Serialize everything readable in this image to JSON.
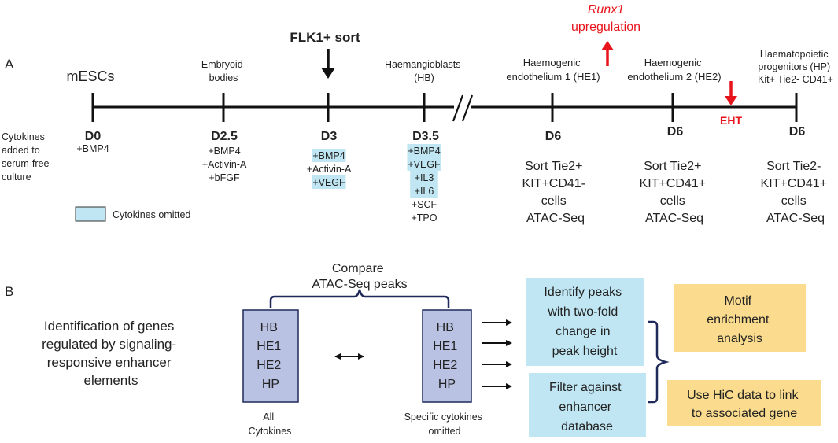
{
  "colors": {
    "red": "#e8141b",
    "cyan_box": "#bfe6f2",
    "omitted_highlight": "#bfe6f2",
    "blue_box_fill": "#b9c2e3",
    "blue_box_stroke": "#1f2a5a",
    "yellow_box": "#fbdc8e",
    "line": "#111111"
  },
  "panelA": {
    "label": "A",
    "cytokines_note": [
      "Cytokines",
      "added to",
      "serum-free",
      "culture"
    ],
    "stages": [
      {
        "top": [
          "mESCs"
        ],
        "day": "D0",
        "cytokines": [
          {
            "t": "+BMP4",
            "omitted": false
          }
        ]
      },
      {
        "top": [
          "Embryoid",
          "bodies"
        ],
        "day": "D2.5",
        "cytokines": [
          {
            "t": "+BMP4",
            "omitted": false
          },
          {
            "t": "+Activin-A",
            "omitted": false
          },
          {
            "t": "+bFGF",
            "omitted": false
          }
        ]
      },
      {
        "top": [],
        "day": "D3",
        "cytokines": [
          {
            "t": "+BMP4",
            "omitted": true
          },
          {
            "t": "+Activin-A",
            "omitted": false
          },
          {
            "t": "+VEGF",
            "omitted": true
          }
        ]
      },
      {
        "top": [
          "Haemangioblasts",
          "(HB)"
        ],
        "day": "D3.5",
        "cytokines": [
          {
            "t": "+BMP4",
            "omitted": true
          },
          {
            "t": "+VEGF",
            "omitted": true
          },
          {
            "t": "+IL3",
            "omitted": true
          },
          {
            "t": "+IL6",
            "omitted": true
          },
          {
            "t": "+SCF",
            "omitted": false
          },
          {
            "t": "+TPO",
            "omitted": false
          }
        ]
      },
      {
        "top": [
          "Haemogenic",
          "endothelium 1 (HE1)"
        ],
        "day": "D6",
        "sort": [
          "Sort Tie2+",
          "KIT+CD41-",
          "cells",
          "ATAC-Seq"
        ]
      },
      {
        "top": [
          "Haemogenic",
          "endothelium 2 (HE2)"
        ],
        "day": "D6",
        "sort": [
          "Sort Tie2+",
          "KIT+CD41+",
          "cells",
          "ATAC-Seq"
        ]
      },
      {
        "top": [
          "Haematopoietic",
          "progenitors (HP)",
          "Kit+ Tie2- CD41+"
        ],
        "day": "D6",
        "sort": [
          "Sort Tie2-",
          "KIT+CD41+",
          "cells",
          "ATAC-Seq"
        ]
      }
    ],
    "flk1_sort": "FLK1+ sort",
    "runx1": [
      "Runx1",
      "upregulation"
    ],
    "eht": "EHT",
    "legend": "Cytokines omitted"
  },
  "panelB": {
    "label": "B",
    "left_text": [
      "Identification of genes",
      "regulated by signaling-",
      "responsive enhancer",
      "elements"
    ],
    "compare": [
      "Compare",
      "ATAC-Seq peaks"
    ],
    "box_items": [
      "HB",
      "HE1",
      "HE2",
      "HP"
    ],
    "all_label": [
      "All",
      "Cytokines"
    ],
    "omit_label": [
      "Specific cytokines",
      "omitted"
    ],
    "identify": [
      "Identify peaks",
      "with two-fold",
      "change in",
      "peak height"
    ],
    "filter": [
      "Filter against",
      "enhancer",
      "database"
    ],
    "motif": [
      "Motif",
      "enrichment",
      "analysis"
    ],
    "hic": [
      "Use HiC data to link",
      "to associated gene"
    ]
  }
}
